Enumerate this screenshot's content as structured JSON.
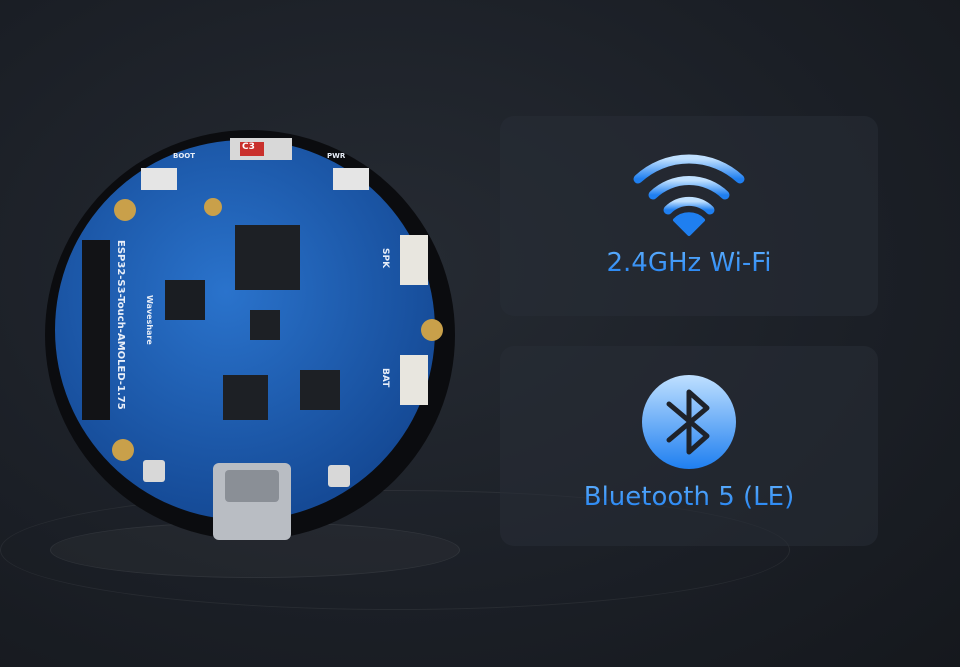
{
  "features": [
    {
      "icon": "wifi-icon",
      "label": "2.4GHz Wi-Fi"
    },
    {
      "icon": "bluetooth-icon",
      "label": "Bluetooth 5 (LE)"
    }
  ],
  "board": {
    "model": "ESP32-S3-Touch-AMOLED-1.75",
    "brand": "Waveshare",
    "labels": {
      "boot": "BOOT",
      "pwr": "PWR",
      "spk": "SPK",
      "bat": "BAT",
      "c3": "C3"
    }
  },
  "colors": {
    "accent": "#1f7ff0",
    "accent_light": "#bfe0ff",
    "pcb": "#1e5fb8",
    "background": "#1b1f26"
  }
}
